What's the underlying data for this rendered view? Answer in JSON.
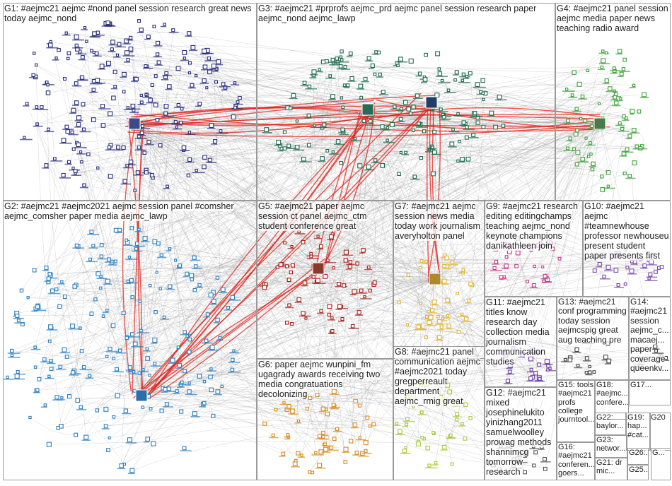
{
  "groups": [
    {
      "id": "G1",
      "label": "G1: #aejmc21 aejmc #nond panel session research great news today aejmc_nond",
      "color": "#2a2f7a"
    },
    {
      "id": "G2",
      "label": "G2: #aejmc21 #aejmc2021 aejmc session panel #comsher aejmc_comsher paper media aejmc_lawp",
      "color": "#2d7fc0"
    },
    {
      "id": "G3",
      "label": "G3: #aejmc21 #prprofs aejmc_prd aejmc panel session research paper aejmc_nond aejmc_lawp",
      "color": "#1e6a4e"
    },
    {
      "id": "G4",
      "label": "G4: #aejmc21 panel session aejmc media paper news teaching radio award",
      "color": "#3fa03a"
    },
    {
      "id": "G5",
      "label": "G5: #aejmc21 paper aejmc session ct panel aejmc_ctm student conference great",
      "color": "#a8201a"
    },
    {
      "id": "G6",
      "label": "G6: paper aejmc wunpini_fm ugagrady awards receiving two media congratuations decolonizing",
      "color": "#d88a1e"
    },
    {
      "id": "G7",
      "label": "G7: #aejmc21 aejmc session news media today work journalism averyholton panel",
      "color": "#e0b52a"
    },
    {
      "id": "G8",
      "label": "G8: #aejmc21 panel communication aejmc #aejmc2021 today gregperreault department aejmc_rmig great",
      "color": "#a8c83a"
    },
    {
      "id": "G9",
      "label": "G9: #aejmc21 research editing editingchamps teaching aejmc_nond keynote champions danikathleen join",
      "color": "#c23a8a"
    },
    {
      "id": "G10",
      "label": "G10: #aejmc21 aejmc #teamnewhouse professor newhouseu present student paper presents first",
      "color": "#7a4aa8"
    },
    {
      "id": "G11",
      "label": "G11: #aejmc21 titles know research day collection media journalism communication studies",
      "color": "#6a3aa0"
    },
    {
      "id": "G12",
      "label": "G12: #aejmc21 mixed josephinelukito yinizhang2011 samuelwoolley prowag methods shannimcg tomorrow research",
      "color": "#555555"
    },
    {
      "id": "G13",
      "label": "G13: #aejmc21 conf programming today session aejmcspig great aug teaching pre",
      "color": "#444444"
    },
    {
      "id": "G14",
      "label": "G14: #aejmc21 session aejmc_c... macaej... paper coverage queenkv...",
      "color": "#444444"
    },
    {
      "id": "G15",
      "label": "G15: tools #aejmc21 profs college journtool...",
      "color": "#444444"
    },
    {
      "id": "G16",
      "label": "G16: #aejmc21 conferen... goers...",
      "color": "#444444"
    },
    {
      "id": "G17",
      "label": "G17...",
      "color": "#444444"
    },
    {
      "id": "G18",
      "label": "G18: #aejmc... confere...",
      "color": "#444444"
    },
    {
      "id": "G19",
      "label": "G19: hap... #cat...",
      "color": "#444444"
    },
    {
      "id": "G20",
      "label": "G20",
      "color": "#444444"
    },
    {
      "id": "G21",
      "label": "G21: dr mic...",
      "color": "#444444"
    },
    {
      "id": "G22",
      "label": "G22: baylor...",
      "color": "#444444"
    },
    {
      "id": "G23",
      "label": "G23: networ...",
      "color": "#444444"
    },
    {
      "id": "G25",
      "label": "G25...",
      "color": "#444444"
    },
    {
      "id": "G26",
      "label": "G26:...",
      "color": "#444444"
    },
    {
      "id": "G27",
      "label": "G...",
      "color": "#444444"
    }
  ]
}
